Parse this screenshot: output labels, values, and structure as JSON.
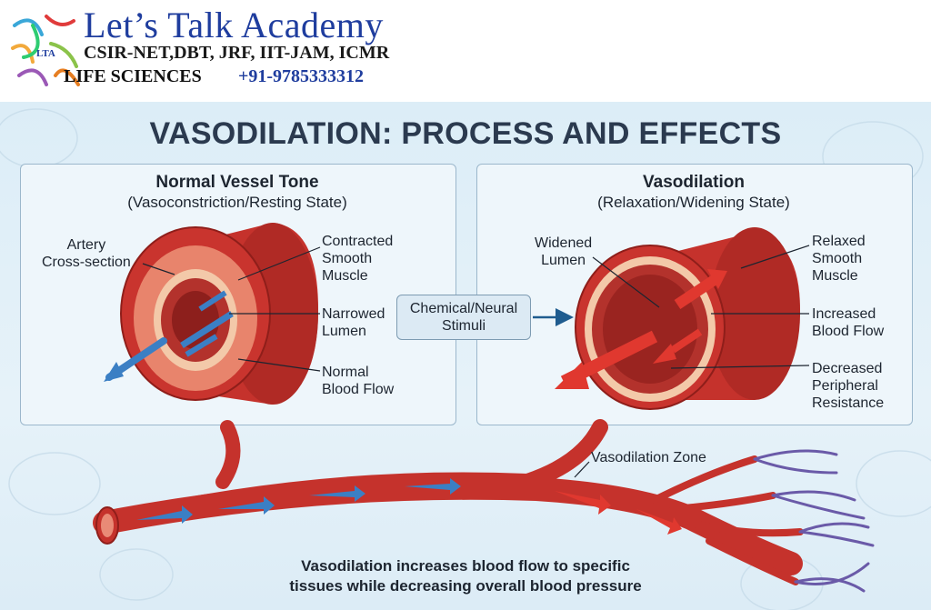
{
  "header": {
    "brand_title": "Let’s Talk Academy",
    "brand_subtitle": "CSIR-NET,DBT, JRF, IIT-JAM, ICMR",
    "brand_field": "LIFE SCIENCES",
    "brand_phone": "+91-9785333312",
    "logo_text": "LTA"
  },
  "title": "VASODILATION: PROCESS AND EFFECTS",
  "left_panel": {
    "title": "Normal Vessel Tone",
    "subtitle": "(Vasoconstriction/Resting State)",
    "labels": {
      "artery": "Artery\nCross-section",
      "smooth_muscle": "Contracted\nSmooth\nMuscle",
      "lumen": "Narrowed\nLumen",
      "flow": "Normal\nBlood Flow"
    }
  },
  "right_panel": {
    "title": "Vasodilation",
    "subtitle": "(Relaxation/Widening State)",
    "labels": {
      "lumen": "Widened\nLumen",
      "smooth_muscle": "Relaxed\nSmooth\nMuscle",
      "flow": "Increased\nBlood Flow",
      "resistance": "Decreased\nPeripheral\nResistance"
    }
  },
  "stimuli": "Chemical/Neural\nStimuli",
  "zone_label": "Vasodilation Zone",
  "caption": "Vasodilation increases blood flow to specific\ntissues while decreasing overall blood pressure",
  "colors": {
    "title": "#2b3a4f",
    "vessel_red": "#c5322c",
    "arrow_blue": "#3b7fc4",
    "arrow_red": "#e0382f",
    "vein_purple": "#6a5aa8"
  }
}
